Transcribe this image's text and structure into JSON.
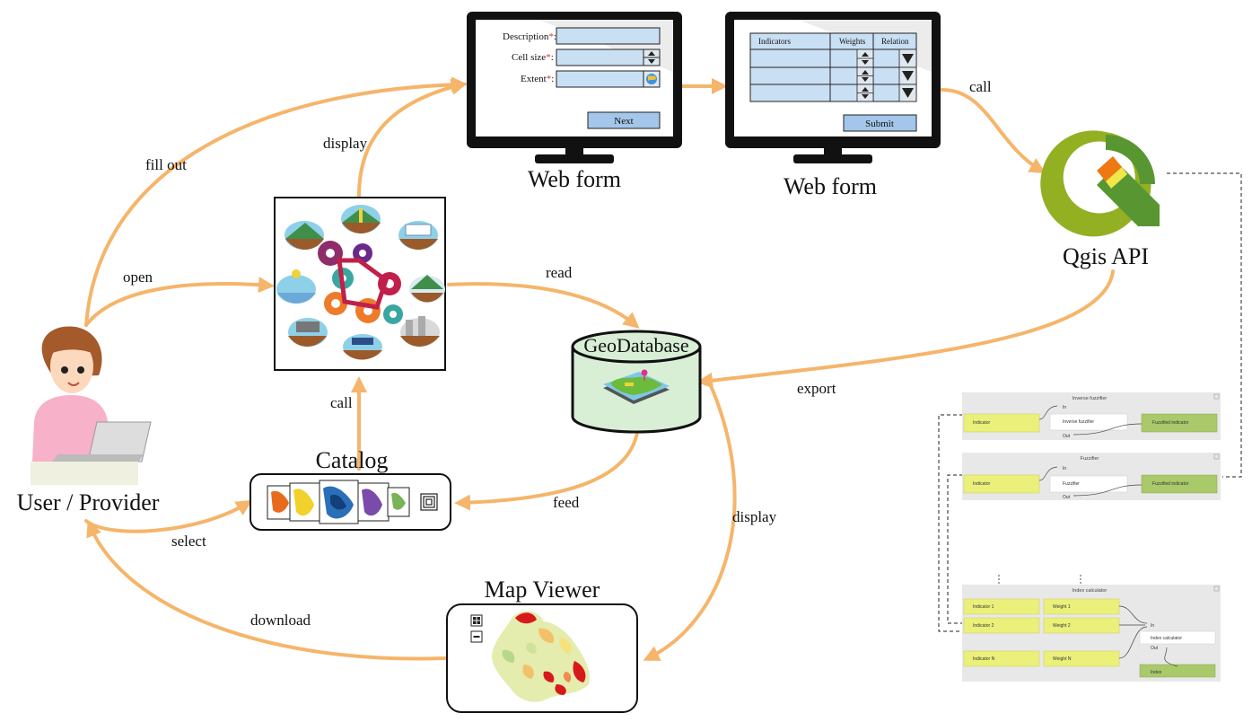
{
  "actors": {
    "user": "User / Provider",
    "catalog": "Catalog",
    "map_viewer": "Map Viewer",
    "geodatabase": "GeoDatabase",
    "qgis": "Qgis API",
    "web_form_1": "Web form",
    "web_form_2": "Web form"
  },
  "arrows": {
    "fill_out": "fill out",
    "open": "open",
    "display_top": "display",
    "read": "read",
    "call_form": "call",
    "call_catalog": "call",
    "export": "export",
    "feed": "feed",
    "display_map": "display",
    "select": "select",
    "download": "download"
  },
  "form1": {
    "description": "Description",
    "cell_size": "Cell size",
    "extent": "Extent",
    "required_mark": "*",
    "colon": ":",
    "next": "Next"
  },
  "form2": {
    "indicators": "Indicators",
    "weights": "Weights",
    "relation": "Relation",
    "submit": "Submit"
  },
  "models": {
    "inverse_fuzzifier": {
      "title": "Inverse fuzzifier",
      "input": "Indicator",
      "in": "In",
      "algo": "Inverse fuzzifier",
      "out": "Out",
      "output": "Fuzzified indicator"
    },
    "fuzzifier": {
      "title": "Fuzzifier",
      "input": "Indicator",
      "in": "In",
      "algo": "Fuzzifier",
      "out": "Out",
      "output": "Fuzzified indicator"
    },
    "index_calculator": {
      "title": "Index calculator",
      "indicators": [
        "Indicator 1",
        "Indicator 2",
        "Indicator N"
      ],
      "weights": [
        "Weight 1",
        "Weight 2",
        "Weight N"
      ],
      "in": "In",
      "algo": "Index calculator",
      "out": "Out",
      "output": "Index"
    }
  },
  "colors": {
    "arrow": "#f5b56a",
    "form_field": "#c9dff4",
    "form_button": "#a3c6ea",
    "db_fill": "#d8efd6",
    "model_yellow": "#eaf07a",
    "model_green": "#a9c96a"
  }
}
